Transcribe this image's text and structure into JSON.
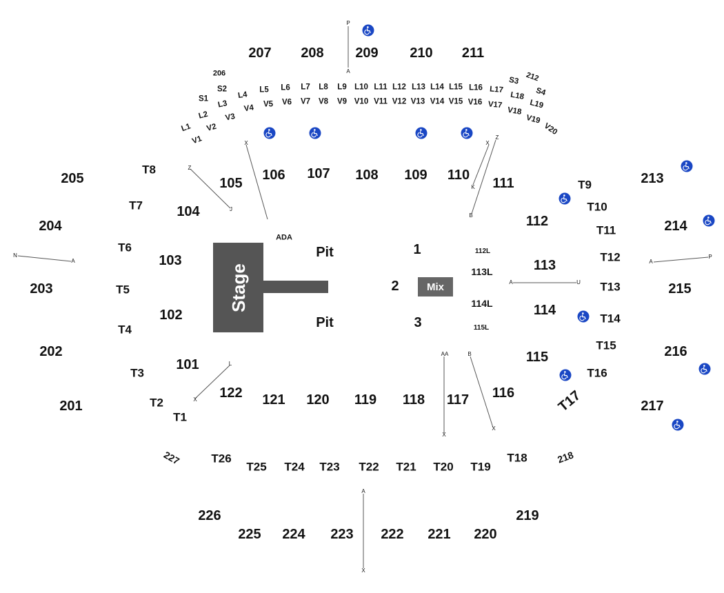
{
  "sections_200": [
    "201",
    "202",
    "203",
    "204",
    "205",
    "206",
    "207",
    "208",
    "209",
    "210",
    "211",
    "212",
    "213",
    "214",
    "215",
    "216",
    "217",
    "218",
    "219",
    "220",
    "221",
    "222",
    "223",
    "224",
    "225",
    "226",
    "227"
  ],
  "sections_100": [
    "101",
    "102",
    "103",
    "104",
    "105",
    "106",
    "107",
    "108",
    "109",
    "110",
    "111",
    "112",
    "113",
    "114",
    "115",
    "116",
    "117",
    "118",
    "119",
    "120",
    "121",
    "122"
  ],
  "tables": [
    "T1",
    "T2",
    "T3",
    "T4",
    "T5",
    "T6",
    "T7",
    "T8",
    "T9",
    "T10",
    "T11",
    "T12",
    "T13",
    "T14",
    "T15",
    "T16",
    "T17",
    "T18",
    "T19",
    "T20",
    "T21",
    "T22",
    "T23",
    "T24",
    "T25",
    "T26"
  ],
  "loge_l": [
    "L1",
    "L2",
    "L3",
    "L4",
    "L5",
    "L6",
    "L7",
    "L8",
    "L9",
    "L10",
    "L11",
    "L12",
    "L13",
    "L14",
    "L15",
    "L16",
    "L17",
    "L18",
    "L19"
  ],
  "loge_v": [
    "V1",
    "V2",
    "V3",
    "V4",
    "V5",
    "V6",
    "V7",
    "V8",
    "V9",
    "V10",
    "V11",
    "V12",
    "V13",
    "V14",
    "V15",
    "V16",
    "V17",
    "V18",
    "V19",
    "V20"
  ],
  "suites": [
    "S1",
    "S2",
    "S3",
    "S4"
  ],
  "floor": {
    "stage": "Stage",
    "mix": "Mix",
    "pit": "Pit",
    "ada": "ADA",
    "floor_sections": [
      "1",
      "2",
      "3"
    ],
    "loge_floor": [
      "112L",
      "113L",
      "114L",
      "115L"
    ]
  },
  "row_markers": [
    "P",
    "A",
    "X",
    "Z",
    "K",
    "B",
    "J",
    "N",
    "A",
    "A",
    "P",
    "A",
    "U",
    "L",
    "X",
    "AA",
    "X",
    "B",
    "X",
    "A",
    "X",
    "Z",
    "X"
  ],
  "colors": {
    "stage": "#555555",
    "mix": "#666666",
    "ada_icon": "#1a47c4",
    "text": "#111111",
    "lines": "#555555"
  },
  "icons": {
    "accessible": "wheelchair-icon",
    "accessible_count": 12
  }
}
